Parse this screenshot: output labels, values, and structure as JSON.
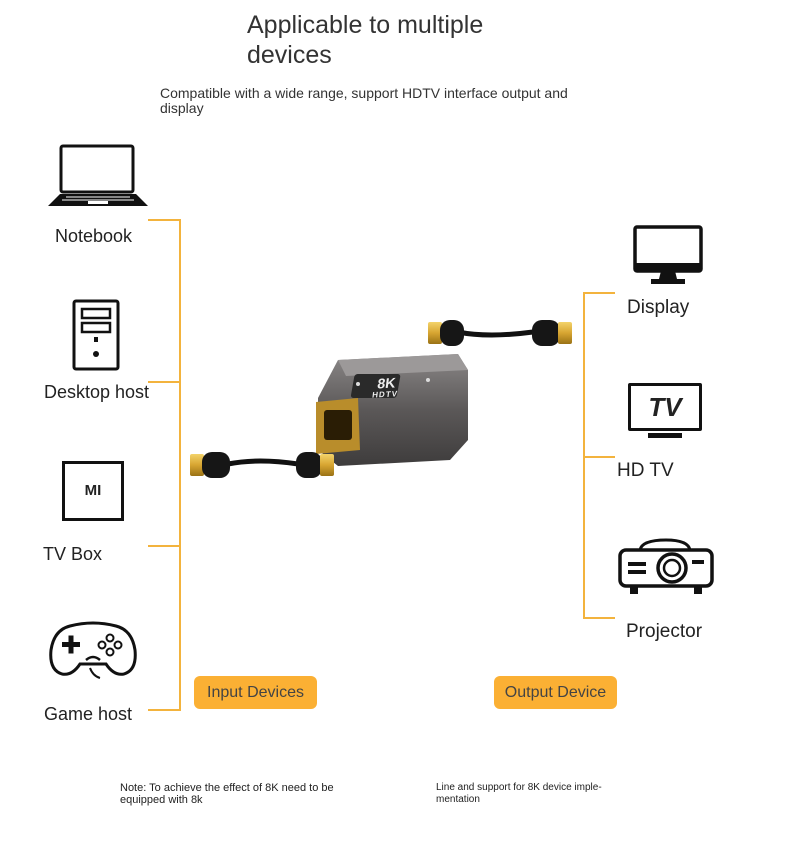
{
  "header": {
    "title": "Applicable to multiple devices",
    "subtitle": "Compatible with a wide range, support HDTV interface output and display"
  },
  "input_devices": {
    "label": "Input Devices",
    "items": [
      {
        "label": "Notebook",
        "icon": "laptop-icon"
      },
      {
        "label": "Desktop host",
        "icon": "desktop-tower-icon"
      },
      {
        "label": "TV Box",
        "icon": "tv-box-icon",
        "badge": "MI"
      },
      {
        "label": "Game host",
        "icon": "gamepad-icon"
      }
    ]
  },
  "output_devices": {
    "label": "Output Device",
    "items": [
      {
        "label": "Display",
        "icon": "monitor-icon"
      },
      {
        "label": "HD TV",
        "icon": "tv-icon",
        "badge": "TV"
      },
      {
        "label": "Projector",
        "icon": "projector-icon"
      }
    ]
  },
  "adapter": {
    "badge_top": "8K",
    "badge_bottom": "HDTV"
  },
  "notes": {
    "left": "Note: To achieve the effect of 8K need to be equipped with 8k",
    "right": "Line and support for 8K device imple- mentation"
  },
  "colors": {
    "accent": "#fbb034",
    "bracket": "#f3b33d",
    "adapter_body": "#6d6a6a"
  }
}
